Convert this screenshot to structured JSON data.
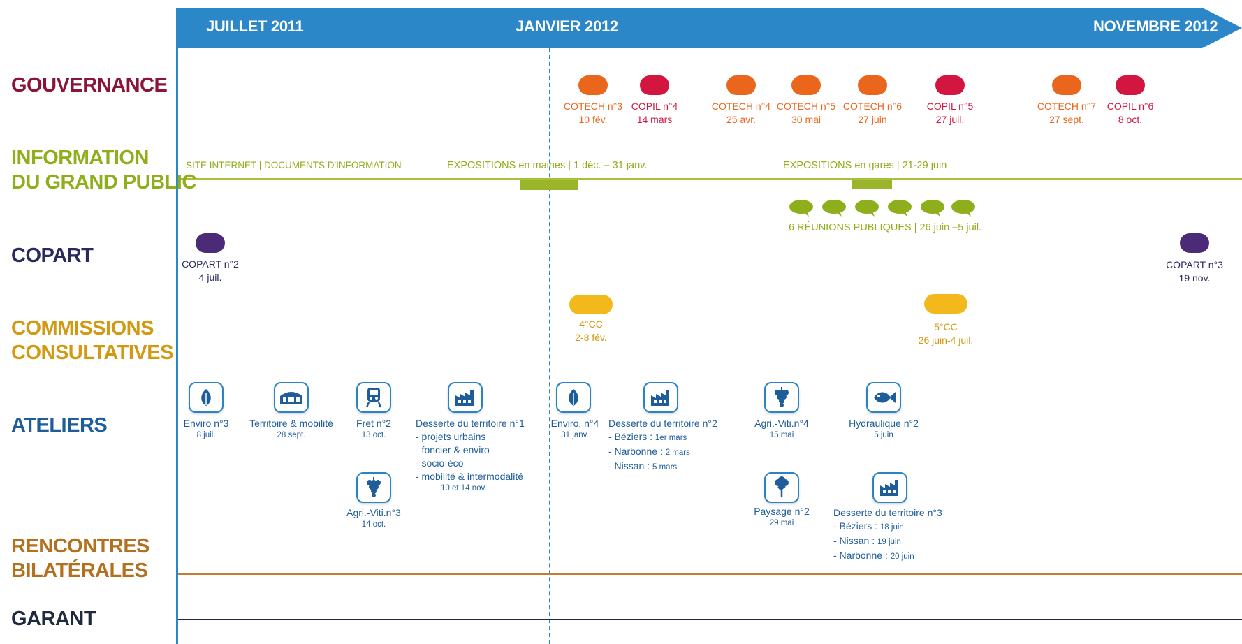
{
  "banner": {
    "dates": [
      "JUILLET 2011",
      "JANVIER 2012",
      "NOVEMBRE 2012"
    ]
  },
  "rows": {
    "gouvernance": "GOUVERNANCE",
    "information": [
      "INFORMATION",
      "DU GRAND PUBLIC"
    ],
    "copart": "COPART",
    "commissions": [
      "COMMISSIONS",
      "CONSULTATIVES"
    ],
    "ateliers": "ATELIERS",
    "rencontres": [
      "RENCONTRES",
      "BILATÉRALES"
    ],
    "garant": "GARANT"
  },
  "colors": {
    "banner": "#2b87c7",
    "gouvernance": "#8a1538",
    "information": "#8fae1b",
    "copart": "#2b2a5f",
    "commissions": "#d19a12",
    "ateliers": "#1e5d9a",
    "rencontres": "#b3701f",
    "garant": "#1f2a3f",
    "cotech": "#e9661c",
    "copil": "#d3163f",
    "copart_pill": "#4b2a78",
    "cc_pill": "#f3b81c"
  },
  "gouvernance_events": [
    {
      "type": "cotech",
      "name": "COTECH n°3",
      "date": "10 fév."
    },
    {
      "type": "copil",
      "name": "COPIL n°4",
      "date": "14 mars"
    },
    {
      "type": "cotech",
      "name": "COTECH n°4",
      "date": "25 avr."
    },
    {
      "type": "cotech",
      "name": "COTECH n°5",
      "date": "30 mai"
    },
    {
      "type": "cotech",
      "name": "COTECH n°6",
      "date": "27 juin"
    },
    {
      "type": "copil",
      "name": "COPIL n°5",
      "date": "27 juil."
    },
    {
      "type": "cotech",
      "name": "COTECH n°7",
      "date": "27 sept."
    },
    {
      "type": "copil",
      "name": "COPIL n°6",
      "date": "8 oct."
    }
  ],
  "information_events": {
    "site": "SITE INTERNET | DOCUMENTS D'INFORMATION",
    "expo_mairies": "EXPOSITIONS en mairies | 1 déc. – 31 janv.",
    "expo_gares": "EXPOSITIONS en gares | 21-29 juin",
    "reunions": "6 RÉUNIONS PUBLIQUES | 26 juin –5 juil."
  },
  "copart_events": [
    {
      "name": "COPART n°2",
      "date": "4 juil."
    },
    {
      "name": "COPART n°3",
      "date": "19 nov."
    }
  ],
  "commission_events": [
    {
      "name": "4°CC",
      "date": "2-8 fév."
    },
    {
      "name": "5°CC",
      "date": "26 juin-4 juil."
    }
  ],
  "ateliers": {
    "enviro3": {
      "name": "Enviro n°3",
      "date": "8 juil."
    },
    "territoire": {
      "name": "Territoire & mobilité",
      "date": "28 sept."
    },
    "fret2": {
      "name": "Fret n°2",
      "date": "13 oct."
    },
    "agri3": {
      "name": "Agri.-Viti.n°3",
      "date": "14 oct."
    },
    "desserte1": {
      "name": "Desserte du territoire n°1",
      "items": [
        "- projets urbains",
        "- foncier & enviro",
        "- socio-éco",
        "- mobilité & intermodalité"
      ],
      "date": "10 et 14 nov."
    },
    "enviro4": {
      "name": "Enviro. n°4",
      "date": "31 janv."
    },
    "desserte2": {
      "name": "Desserte du territoire n°2",
      "items": [
        {
          "place": "- Béziers : ",
          "date": "1er mars"
        },
        {
          "place": "- Narbonne : ",
          "date": "2 mars"
        },
        {
          "place": "- Nissan : ",
          "date": "5 mars"
        }
      ]
    },
    "agri4": {
      "name": "Agri.-Viti.n°4",
      "date": "15 mai"
    },
    "paysage2": {
      "name": "Paysage n°2",
      "date": "29 mai"
    },
    "hydraulique2": {
      "name": "Hydraulique n°2",
      "date": "5 juin"
    },
    "desserte3": {
      "name": "Desserte du territoire n°3",
      "items": [
        {
          "place": "- Béziers : ",
          "date": "18 juin"
        },
        {
          "place": "- Nissan : ",
          "date": "19 juin"
        },
        {
          "place": "- Narbonne : ",
          "date": "20 juin"
        }
      ]
    }
  },
  "icons": [
    "leaf-icon",
    "train-station-icon",
    "train-icon",
    "grapes-icon",
    "factory-icon",
    "tree-icon",
    "fish-icon"
  ]
}
